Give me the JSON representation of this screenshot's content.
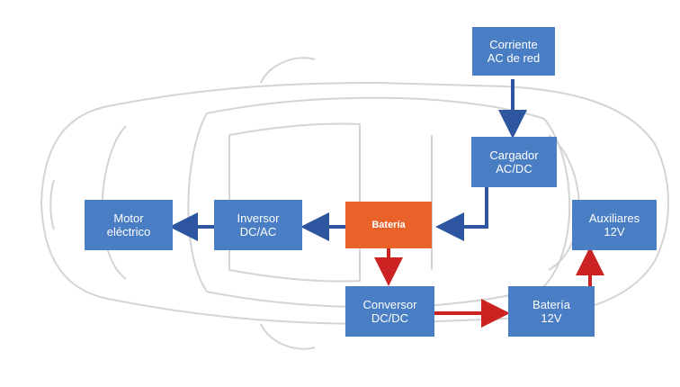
{
  "blocks": {
    "grid_ac": {
      "line1": "Corriente",
      "line2": "AC de red"
    },
    "charger": {
      "line1": "Cargador",
      "line2": "AC/DC"
    },
    "motor": {
      "line1": "Motor",
      "line2": "eléctrico"
    },
    "inverter": {
      "line1": "Inversor",
      "line2": "DC/AC"
    },
    "battery": {
      "line1": "Batería"
    },
    "auxiliaries": {
      "line1": "Auxiliares",
      "line2": "12V"
    },
    "converter": {
      "line1": "Conversor",
      "line2": "DC/DC"
    },
    "battery_12v": {
      "line1": "Batería",
      "line2": "12V"
    }
  },
  "colors": {
    "block_blue": "#4a7ec4",
    "block_orange": "#e8622a",
    "arrow_blue": "#2e55a0",
    "arrow_red": "#cc2222",
    "car_outline": "#d4d4d4"
  }
}
